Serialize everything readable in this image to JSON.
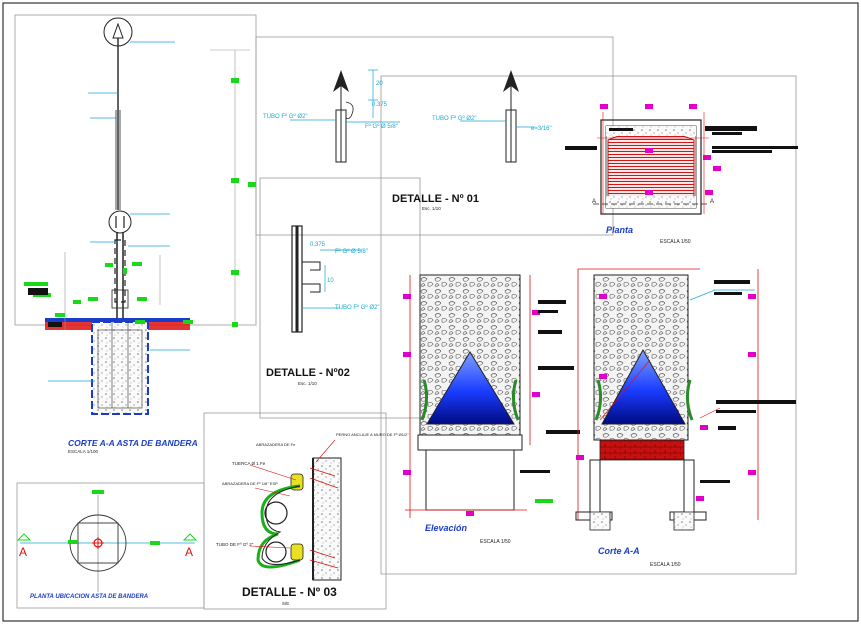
{
  "colors": {
    "frame": "#333333",
    "red": "#e01010",
    "cyan": "#17a9d6",
    "green": "#18d818",
    "magenta": "#e000c8",
    "blue_title": "#1a3cc8",
    "gray_line": "#9a9a9a"
  },
  "details": {
    "d01": {
      "title": "DETALLE - Nº 01",
      "scale": "Esc. 1/10"
    },
    "d02": {
      "title": "DETALLE - Nº02",
      "scale": "Esc. 1/10"
    },
    "d03": {
      "title": "DETALLE - Nº 03",
      "scale": "S/E"
    }
  },
  "views": {
    "corte_aa_asta": {
      "title": "CORTE A-A  ASTA DE BANDERA",
      "scale": "ESCALA 1/100"
    },
    "planta_ubicacion": {
      "title": "PLANTA UBICACION ASTA DE BANDERA"
    },
    "planta": {
      "title": "Planta",
      "scale": "ESCALA 1/50"
    },
    "elevacion": {
      "title": "Elevación",
      "scale": "ESCALA 1/50"
    },
    "corte_aa": {
      "title": "Corte A-A",
      "scale": "ESCALA 1/50"
    }
  },
  "section_markers": {
    "left": "A",
    "right": "A"
  },
  "annotations": {
    "tubo_fo": "TUBO Fº Gº Ø2\"",
    "fierro_58": "Fº Gº Ø 5/8\"",
    "e_316": "e=3/16\"",
    "dim_20": "20",
    "dim_0375": "0.375",
    "dim_10": "10",
    "tuerca": "TUERCA Ø 1 Fe",
    "abrazadera": "ABRAZADERA DE Fº 1/8\" ESP.",
    "tubo_2": "TUBO DE Fº Gº 2\"",
    "platina": "PERNO ANCLAJE A MURO DE Fº Ø1/2\"",
    "abrazadera_fe": "ABRAZADERA DE Fe"
  }
}
